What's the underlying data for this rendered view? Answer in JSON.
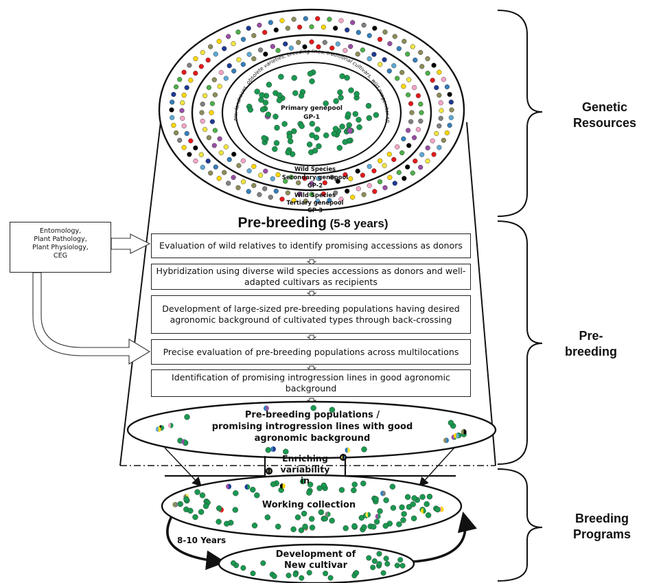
{
  "genepool": {
    "primary": [
      "Primary genepool",
      "GP-1"
    ],
    "secondary": [
      "Wild Species",
      "Secondary genepool",
      "GP-2"
    ],
    "tertiary": [
      "Wild Species",
      "Tertiary  genepool",
      "GP-3"
    ],
    "arc_text": "Cultivars, landraces, obsolete varieties, breeding lines, traditional cultivars, wild progenitor species"
  },
  "prebreeding_title": {
    "main": "Pre-breeding",
    "duration": "(5-8 years)"
  },
  "source_box": [
    "Entomology,",
    "Plant Pathology,",
    "Plant Physiology,",
    "CEG"
  ],
  "steps": [
    "Evaluation of wild relatives to identify promising accessions as donors",
    "Hybridization using diverse wild species accessions as donors and well-adapted cultivars as recipients",
    "Development of large-sized pre-breeding populations having desired agronomic background of cultivated types through back-crossing",
    "Precise evaluation of pre-breeding populations across multilocations",
    "Identification of promising introgression lines in good agronomic background"
  ],
  "populations_oval": [
    "Pre-breeding populations /",
    "promising introgression lines with good",
    "agronomic background"
  ],
  "enriching": [
    "Enriching",
    "variability",
    "in"
  ],
  "working_collection": "Working collection",
  "cycle_years": "8-10 Years",
  "new_cultivar": [
    "Development of",
    "New cultivar"
  ],
  "side_labels": {
    "genetic": [
      "Genetic",
      "Resources"
    ],
    "prebreeding": [
      "Pre-",
      "breeding"
    ],
    "breeding": [
      "Breeding",
      "Programs"
    ]
  },
  "colors": {
    "green_dot": "#1a9850",
    "outline": "#111111",
    "palette": [
      "#e41a1c",
      "#377eb8",
      "#ffd700",
      "#000000",
      "#4daf4a",
      "#8c8c5a",
      "#5fa8d3",
      "#984ea3",
      "#f4a6c8",
      "#1f3a93",
      "#f0e442",
      "#808080"
    ]
  }
}
